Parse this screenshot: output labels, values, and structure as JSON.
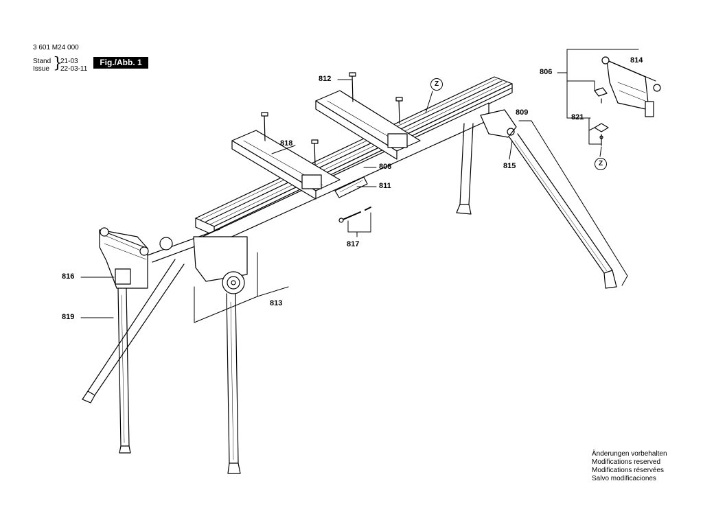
{
  "header": {
    "part_number": "3 601 M24 000",
    "stand_label": "Stand",
    "issue_label": "Issue",
    "stand_value": "21-03",
    "issue_value": "22-03-11",
    "figure_label": "Fig./Abb. 1"
  },
  "callouts": {
    "c806": "806",
    "c808": "808",
    "c809": "809",
    "c811": "811",
    "c812": "812",
    "c813": "813",
    "c814": "814",
    "c815": "815",
    "c816": "816",
    "c817": "817",
    "c818": "818",
    "c819": "819",
    "c821": "821"
  },
  "markers": {
    "z_top": "Z",
    "z_detail": "Z"
  },
  "notes": [
    "Änderungen vorbehalten",
    "Modifications reserved",
    "Modifications réservées",
    "Salvo modificaciones"
  ]
}
